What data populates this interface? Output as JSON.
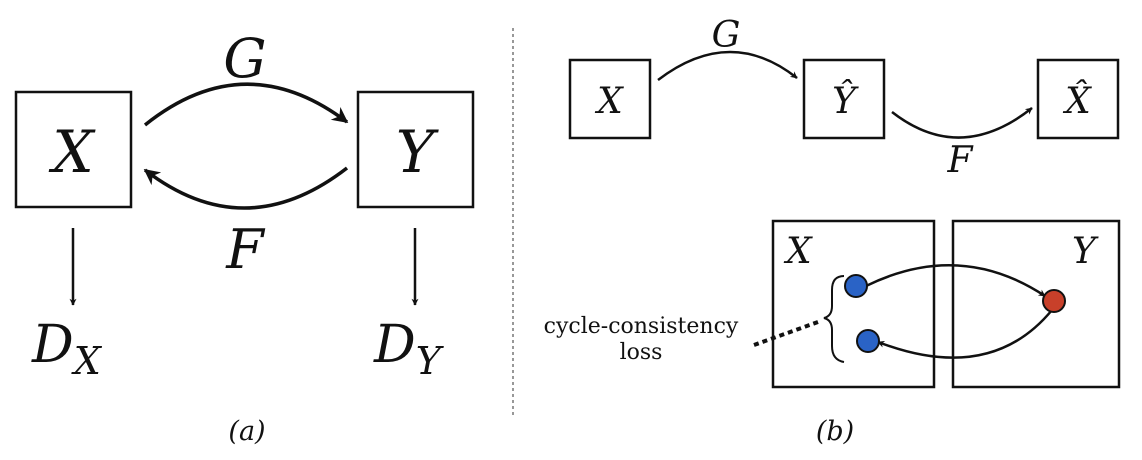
{
  "panel_a": {
    "node_x": "X",
    "node_y": "Y",
    "arrow_g": "G",
    "arrow_f": "F",
    "discriminator_x": {
      "base": "D",
      "sub": "X"
    },
    "discriminator_y": {
      "base": "D",
      "sub": "Y"
    },
    "caption": "(a)"
  },
  "panel_b": {
    "node_x": "X",
    "node_y_hat": "Ŷ",
    "node_x_hat": "X̂",
    "arrow_g": "G",
    "arrow_f": "F",
    "domain_x": "X",
    "domain_y": "Y",
    "loss_label_line1": "cycle-consistency",
    "loss_label_line2": "loss",
    "caption": "(b)"
  },
  "colors": {
    "point_blue": "#2a63c6",
    "point_red": "#c8402a",
    "stroke": "#111111",
    "divider": "#777777"
  }
}
